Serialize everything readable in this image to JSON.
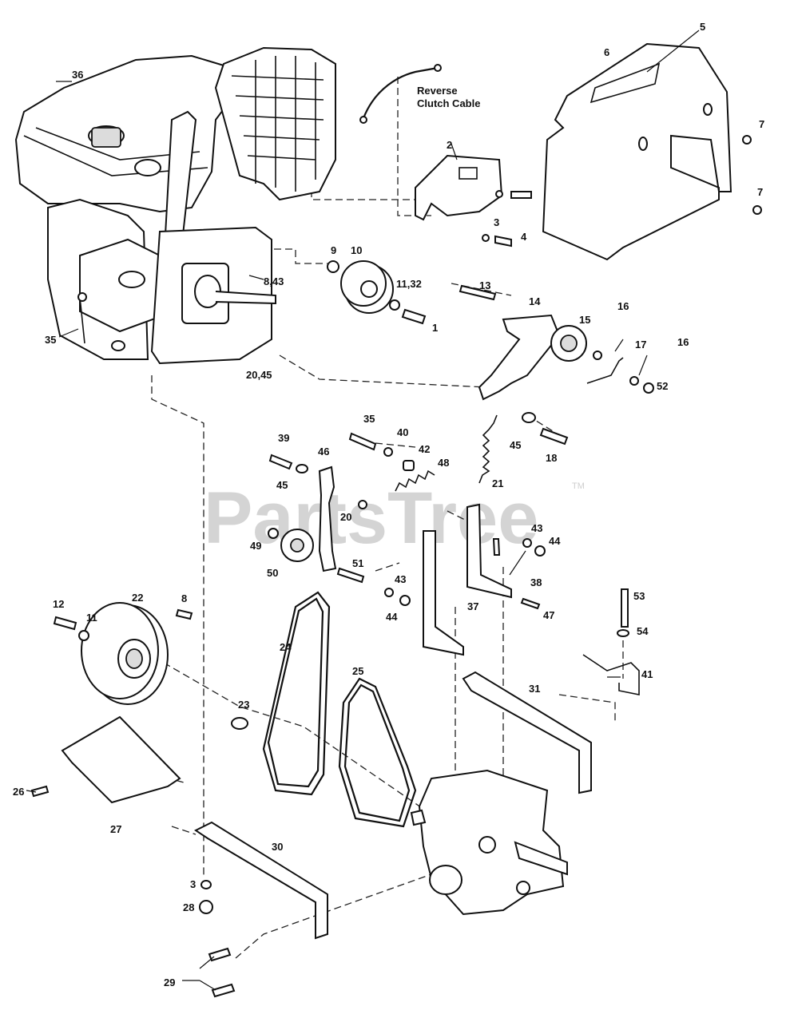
{
  "watermark": {
    "text": "PartsTree",
    "tm": "TM"
  },
  "cable_label": {
    "line1": "Reverse",
    "line2": "Clutch Cable"
  },
  "labels": {
    "l1": "1",
    "l2": "2",
    "l3a": "3",
    "l3b": "3",
    "l4": "4",
    "l5": "5",
    "l6": "6",
    "l7a": "7",
    "l7b": "7",
    "l8a": "8,43",
    "l8b": "8",
    "l9": "9",
    "l10": "10",
    "l11a": "11,32",
    "l11b": "11",
    "l12": "12",
    "l13": "13",
    "l14": "14",
    "l15": "15",
    "l16a": "16",
    "l16b": "16",
    "l17": "17",
    "l18": "18",
    "l20a": "20,45",
    "l20b": "20",
    "l21": "21",
    "l22": "22",
    "l23": "23",
    "l24": "24",
    "l25": "25",
    "l26": "26",
    "l27": "27",
    "l28": "28",
    "l29": "29",
    "l30": "30",
    "l31": "31",
    "l35a": "35",
    "l35b": "35",
    "l36": "36",
    "l37": "37",
    "l38": "38",
    "l39": "39",
    "l40": "40",
    "l41": "41",
    "l42": "42",
    "l43a": "43",
    "l43b": "43",
    "l44a": "44",
    "l44b": "44",
    "l45a": "45",
    "l45b": "45",
    "l46": "46",
    "l47": "47",
    "l48": "48",
    "l49": "49",
    "l50": "50",
    "l51": "51",
    "l52": "52",
    "l53": "53",
    "l54": "54"
  }
}
